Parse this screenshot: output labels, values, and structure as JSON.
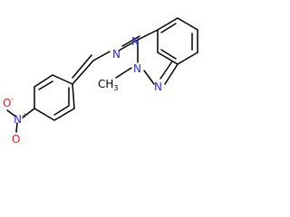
{
  "molecule": {
    "atoms": {
      "n_imine_left": "N",
      "n_imine_right": "N",
      "n_ring_methyl": "N",
      "methyl_label": "CH",
      "methyl_subscript": "3",
      "n_ring_lower": "N",
      "n_nitro": "N",
      "n_nitro_charge": "+",
      "o_nitro_top": "O",
      "o_nitro_bottom": "O",
      "o_nitro_charge": "-"
    }
  }
}
